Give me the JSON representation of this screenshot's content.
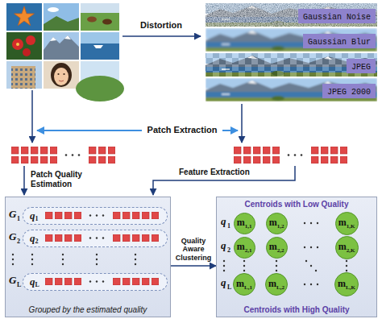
{
  "diagram": {
    "nodes": [
      {
        "text": [
          "Gaussian Noise"
        ]
      },
      {
        "text": [
          "Gaussian Blur"
        ]
      },
      {
        "text": [
          "JPEG"
        ]
      },
      {
        "text": [
          "JPEG 2000"
        ]
      },
      {
        "text": [
          "Grouped by the estimated quality"
        ]
      },
      {
        "text": [
          "q",
          "1"
        ],
        "in": 4
      },
      {
        "text": [
          "q",
          "2"
        ],
        "in": 4
      },
      {
        "text": [
          "q",
          "L"
        ],
        "in": 4
      },
      {
        "text": [
          "Centroids with Low Quality",
          "Centroids with High Quality"
        ]
      },
      {
        "text": [
          "m",
          "1,1"
        ],
        "in": 8
      },
      {
        "text": [
          "m",
          "1,2"
        ],
        "in": 8
      },
      {
        "text": [
          "m",
          "1,K"
        ],
        "in": 8
      },
      {
        "text": [
          "m",
          "2,1"
        ],
        "in": 8
      },
      {
        "text": [
          "m",
          "2,2"
        ],
        "in": 8
      },
      {
        "text": [
          "m",
          "2,K"
        ],
        "in": 8
      },
      {
        "text": [
          "m",
          "L,1"
        ],
        "in": 8
      },
      {
        "text": [
          "m",
          "L,2"
        ],
        "in": 8
      },
      {
        "text": [
          "m",
          "L,K"
        ],
        "in": 8
      }
    ],
    "edges": [
      {
        "from": 4,
        "to": 8,
        "arrow": "to",
        "label": "Quality Aware Clustering"
      }
    ],
    "labels": [
      "Distortion",
      "Patch Extraction",
      "Patch Quality Estimation",
      "Feature Extraction",
      "G",
      "1",
      "G",
      "2",
      "G",
      "L",
      "q",
      "1",
      "q",
      "2",
      "q",
      "L"
    ]
  }
}
